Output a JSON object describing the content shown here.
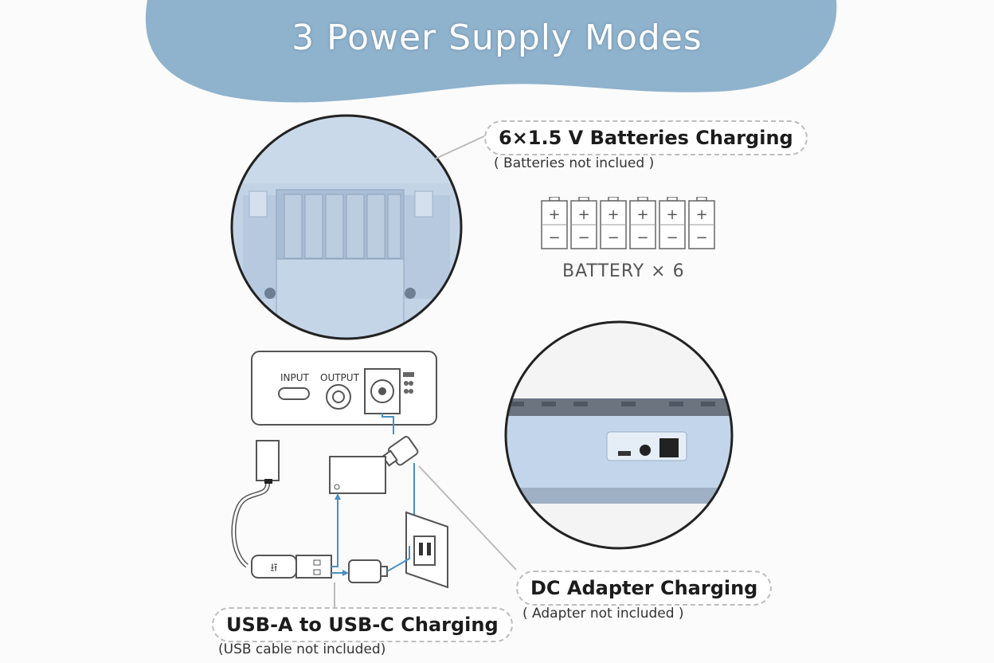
{
  "title": "3 Power Supply Modes",
  "modes": {
    "battery": {
      "label": "6×1.5 V Batteries Charging",
      "note": "( Batteries not inclued )",
      "count_label": "BATTERY × 6",
      "count": 6
    },
    "dc": {
      "label": "DC Adapter Charging",
      "note": "( Adapter not included )"
    },
    "usb": {
      "label": "USB-A to USB-C Charging",
      "note": "(USB cable not included)"
    }
  },
  "panel": {
    "input_label": "INPUT",
    "output_label": "OUTPUT"
  },
  "battery_symbols": {
    "plus": "+",
    "minus": "−"
  },
  "colors": {
    "blob": "#8fb2cd",
    "device": "#b9cde3",
    "wire": "#4a8fc6",
    "outline": "#555555"
  }
}
